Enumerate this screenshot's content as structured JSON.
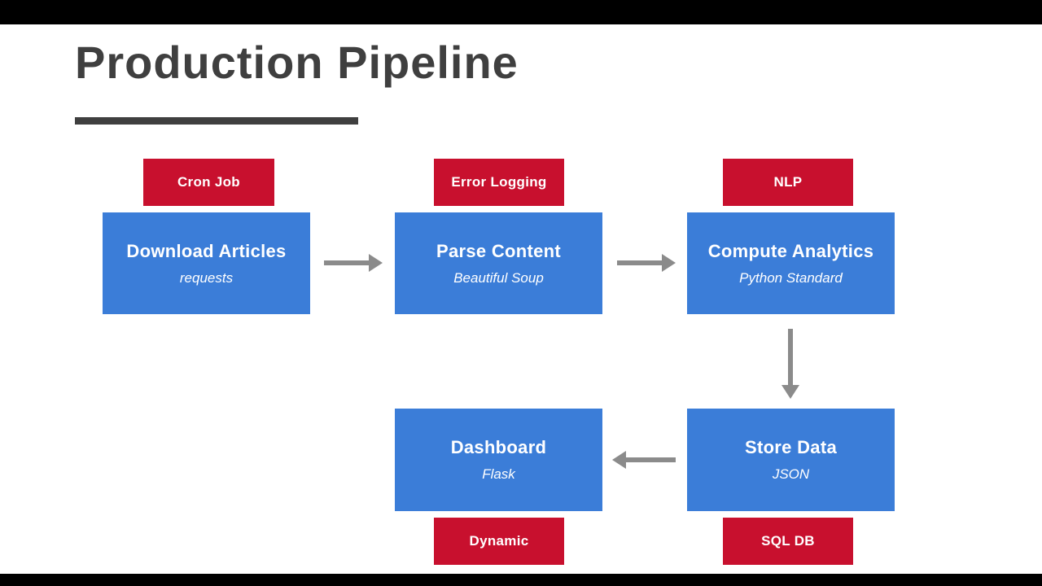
{
  "slide": {
    "title": "Production Pipeline"
  },
  "colors": {
    "background": "#ffffff",
    "letterbox": "#000000",
    "title": "#3f3f3f",
    "blue": "#3b7dd8",
    "red": "#c8102e",
    "arrow": "#8b8b8b"
  },
  "nodes": [
    {
      "tag": "Cron Job",
      "label": "Download Articles",
      "sublabel": "requests"
    },
    {
      "tag": "Error Logging",
      "label": "Parse Content",
      "sublabel": "Beautiful Soup"
    },
    {
      "tag": "NLP",
      "label": "Compute Analytics",
      "sublabel": "Python Standard"
    },
    {
      "tag": "SQL DB",
      "label": "Store Data",
      "sublabel": "JSON"
    },
    {
      "tag": "Dynamic",
      "label": "Dashboard",
      "sublabel": "Flask"
    }
  ]
}
